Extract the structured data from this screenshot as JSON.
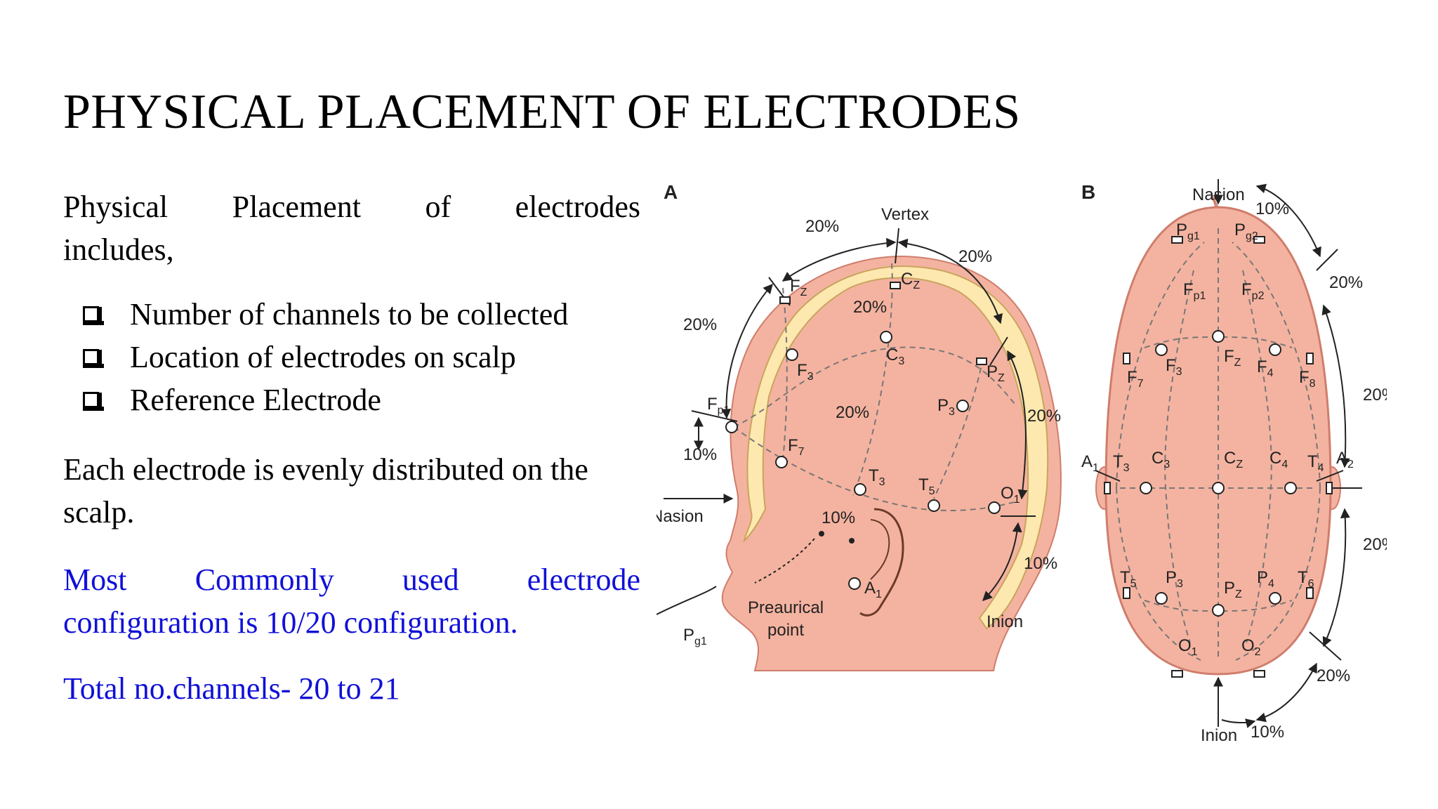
{
  "slide": {
    "title": "PHYSICAL PLACEMENT OF ELECTRODES",
    "intro_line1_words": [
      "Physical",
      "Placement",
      "of",
      "electrodes"
    ],
    "intro_line2": "includes,",
    "bullets": [
      "Number of channels to be collected",
      "Location of electrodes on scalp",
      "Reference Electrode"
    ],
    "para2_line1": "Each electrode is evenly distributed on the",
    "para2_line2": "scalp.",
    "para3_line1_words": [
      "Most",
      "Commonly",
      "used",
      "electrode"
    ],
    "para3_line2": "configuration is 10/20 configuration.",
    "para4": "Total no.channels- 20 to 21",
    "text_blue": "#1010d8"
  },
  "figure": {
    "panel_a": {
      "label": "A",
      "vertex": "Vertex",
      "nasion": "Nasion",
      "inion": "Inion",
      "preauricular": [
        "Preaurical",
        "point"
      ],
      "percent_20": "20%",
      "percent_10": "10%",
      "electrodes": {
        "fz": "F",
        "fz_sub": "Z",
        "cz": "C",
        "cz_sub": "Z",
        "pz": "P",
        "pz_sub": "Z",
        "fp1": "F",
        "fp1_sub": "p1",
        "f3": "F",
        "f3_sub": "3",
        "c3": "C",
        "c3_sub": "3",
        "p3": "P",
        "p3_sub": "3",
        "f7": "F",
        "f7_sub": "7",
        "t3": "T",
        "t3_sub": "3",
        "t5": "T",
        "t5_sub": "5",
        "o1": "O",
        "o1_sub": "1",
        "a1": "A",
        "a1_sub": "1",
        "pg1": "P",
        "pg1_sub": "g1"
      }
    },
    "panel_b": {
      "label": "B",
      "nasion": "Nasion",
      "inion": "Inion",
      "percent_20": "20%",
      "percent_10": "10%",
      "electrodes": {
        "pg1": "P",
        "pg1_sub": "g1",
        "pg2": "P",
        "pg2_sub": "g2",
        "fp1": "F",
        "fp1_sub": "p1",
        "fp2": "F",
        "fp2_sub": "p2",
        "f7": "F",
        "f7_sub": "7",
        "f3": "F",
        "f3_sub": "3",
        "fz": "F",
        "fz_sub": "Z",
        "f4": "F",
        "f4_sub": "4",
        "f8": "F",
        "f8_sub": "8",
        "a1": "A",
        "a1_sub": "1",
        "t3": "T",
        "t3_sub": "3",
        "c3": "C",
        "c3_sub": "3",
        "cz": "C",
        "cz_sub": "Z",
        "c4": "C",
        "c4_sub": "4",
        "t4": "T",
        "t4_sub": "4",
        "a2": "A",
        "a2_sub": "2",
        "t5": "T",
        "t5_sub": "5",
        "p3": "P",
        "p3_sub": "3",
        "pz": "P",
        "pz_sub": "Z",
        "p4": "P",
        "p4_sub": "4",
        "t6": "T",
        "t6_sub": "6",
        "o1": "O",
        "o1_sub": "1",
        "o2": "O",
        "o2_sub": "2"
      }
    },
    "colors": {
      "skin": "#f4b3a0",
      "skin_edge": "#cf7d6c",
      "band": "#fde8b0",
      "ink": "#222222"
    }
  }
}
